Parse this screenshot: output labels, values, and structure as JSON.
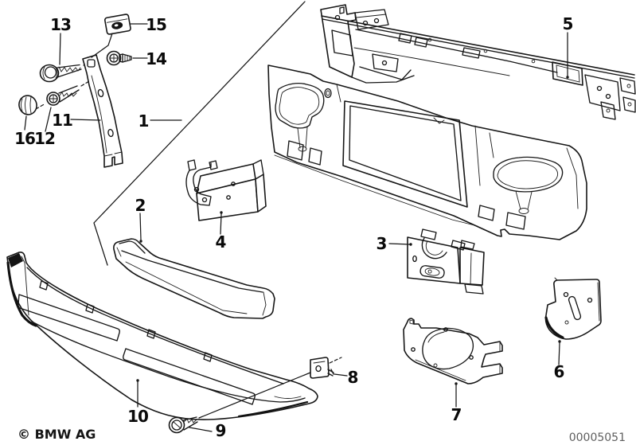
{
  "colors": {
    "background": "#ffffff",
    "ink": "#161616",
    "label": "#0a0a0a",
    "document_number_color": "#5f5f5f"
  },
  "footer": {
    "copyright": "© BMW AG",
    "document_number": "00005051"
  },
  "callouts": [
    {
      "label": "1"
    },
    {
      "label": "2"
    },
    {
      "label": "3"
    },
    {
      "label": "4"
    },
    {
      "label": "5"
    },
    {
      "label": "6"
    },
    {
      "label": "7"
    },
    {
      "label": "8"
    },
    {
      "label": "9"
    },
    {
      "label": "10"
    },
    {
      "label": "11"
    },
    {
      "label": "12"
    },
    {
      "label": "13"
    },
    {
      "label": "14"
    },
    {
      "label": "15"
    },
    {
      "label": "16"
    }
  ]
}
